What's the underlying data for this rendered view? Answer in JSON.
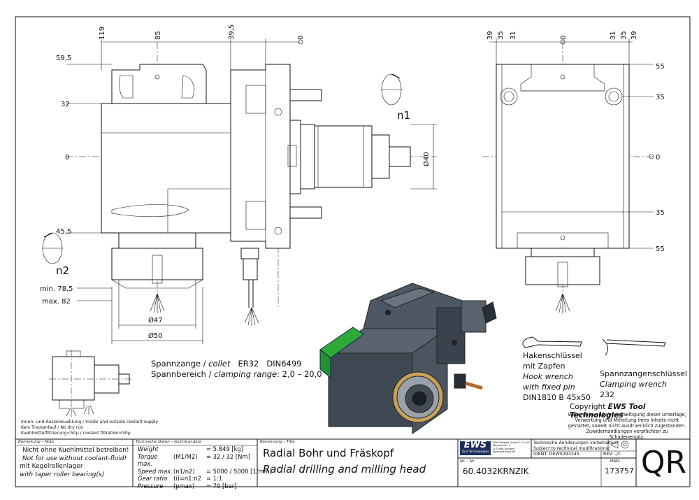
{
  "dims_left": {
    "top": [
      "119",
      "85",
      "39,5",
      "0"
    ],
    "left": [
      "59,5",
      "32",
      "0",
      "45,5"
    ],
    "min_label": "min. 78,5",
    "max_label": "max. 82",
    "d47": "Ø47",
    "d50": "Ø50",
    "d40": "Ø40",
    "n1": "n1",
    "n2": "n2"
  },
  "dims_right": {
    "top": [
      "39",
      "35",
      "31",
      "0",
      "31",
      "35",
      "39"
    ],
    "right": [
      "55",
      "35",
      "0",
      "35",
      "55"
    ]
  },
  "collet": {
    "line1": [
      "Spannzange /",
      "collet",
      "ER32",
      "DIN6499"
    ],
    "line2": [
      "Spannbereich /",
      "clamping range",
      ": 2,0 – 20,0"
    ]
  },
  "hook_wrench": {
    "de1": "Hakenschlüssel",
    "de2": "mit Zapfen",
    "en1": "Hook wrench",
    "en2": "with fixed pin",
    "norm": "DIN1810 B 45x50"
  },
  "clamp_wrench": {
    "de": "Spannzangenschlüssel",
    "en": "Clamping wrench",
    "num": "232"
  },
  "copyright": {
    "title_prefix": "Copyright ",
    "title_brand": "EWS Tool Technologies",
    "lines": [
      "Weitergabe und Vervielfaeltigung dieser Unterlage,",
      "Verwertung und Mitteilung ihres Inhalts nicht",
      "gestattet, soweit nicht ausdruecklich zugestanden.",
      "Zuwiderhandlungen verpflichten zu Schadenersatz."
    ]
  },
  "coolant_notes": [
    "Innen- und Aussenkuehlung / Inside and outside coolant supply",
    "Kein Trockenlauf / No dry run",
    "Kuehlmittelfiltrierung<50µ / coolant filtration<50µ"
  ],
  "title_block": {
    "remark_header": "Bemerkung – Note",
    "remark_1": "Nicht ohne Kuehlmittel betreiben!",
    "remark_2": "Not for use without coolant-fluid!",
    "remark_3": "mit Kegelrollenlager",
    "remark_4": "with taper roller bearing(s)",
    "tech_header": "Technische Daten – technical data",
    "tech_rows": [
      {
        "label": "Weight",
        "sym": "",
        "value": "= 5.849 [kg]"
      },
      {
        "label": "Torque max.",
        "sym": "(M1/M2)",
        "value": "= 32 / 32 [Nm]"
      },
      {
        "label": "Speed max.",
        "sym": "(n1/n2)",
        "value": "= 5000 / 5000 [1/min]"
      },
      {
        "label": "Gear ratio",
        "sym": "(i)=n1:n2",
        "value": "= 1:1"
      },
      {
        "label": "Pressure",
        "sym": "(pmax)",
        "value": "= 70 [bar]"
      }
    ],
    "name_header": "Benennung – Title",
    "name_de": "Radial Bohr und Fräskopf",
    "name_en": "Radial drilling and milling head",
    "logo": "EWS",
    "logo_sub": "Tool Technologies",
    "company_lines": [
      "EWS Weigele GmbH & Co. KG",
      "Maybachstr. 1",
      "D-73066 Uhingen",
      "www.ews-tools.de"
    ],
    "changes_1": "Technische Aenderungen vorbehalten!",
    "changes_2": "Subject to technical modifications!",
    "ident_label": "IDENT:",
    "ident_value": "DEWS093345",
    "rev_label": "REV:",
    "rev_value": "-/C",
    "nr_label": "Nr. – Nr.",
    "nr_value": "60.4032KRNZIK",
    "mnr_label": "MNR:",
    "mnr_value": "173757",
    "qr": "QR"
  }
}
